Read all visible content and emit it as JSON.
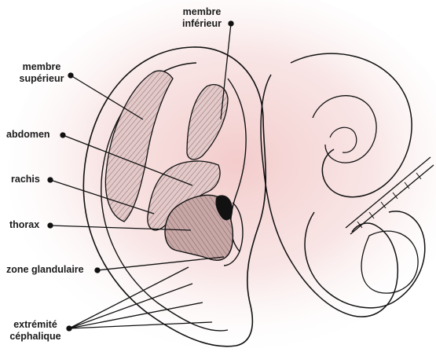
{
  "labels": {
    "membre_inferieur_line1": "membre",
    "membre_inferieur_line2": "inférieur",
    "membre_superieur_line1": "membre",
    "membre_superieur_line2": "supérieur",
    "abdomen": "abdomen",
    "rachis": "rachis",
    "thorax": "thorax",
    "zone_glandulaire": "zone glandulaire",
    "extremite_cephalique_line1": "extrémité",
    "extremite_cephalique_line2": "céphalique"
  },
  "colors": {
    "background_glow": "#f3c9c9",
    "line": "#111111",
    "hatch": "#8f6464",
    "thorax_fill": "#c8a7a7",
    "limb_fill": "#e3caca"
  }
}
